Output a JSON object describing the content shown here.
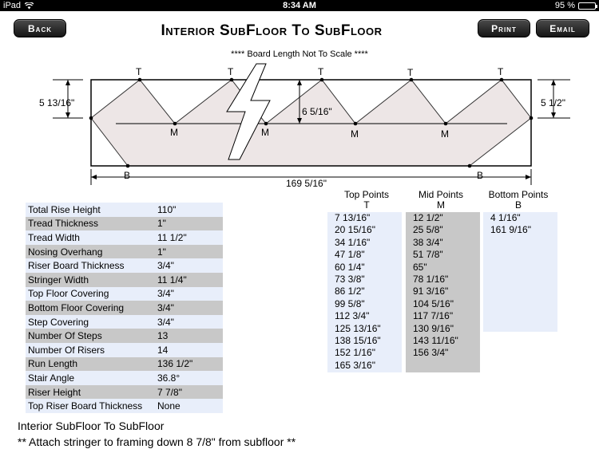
{
  "status_bar": {
    "carrier": "iPad",
    "time": "8:34 AM",
    "battery": "95 %",
    "battery_level": 0.95
  },
  "toolbar": {
    "back_label": "Back",
    "print_label": "Print",
    "email_label": "Email"
  },
  "page_title": "Interior SubFloor To SubFloor",
  "scale_note": "**** Board Length Not To Scale ****",
  "diagram": {
    "left_height": "5 13/16\"",
    "right_height": "5 1/2\"",
    "rise_label": "6 5/16\"",
    "board_length": "169 5/16\"",
    "top_marker": "T",
    "mid_marker": "M",
    "bottom_marker": "B"
  },
  "specs": [
    {
      "label": "Total Rise Height",
      "value": "110\""
    },
    {
      "label": "Tread Thickness",
      "value": "1\""
    },
    {
      "label": "Tread Width",
      "value": "11 1/2\""
    },
    {
      "label": "Nosing Overhang",
      "value": "1\""
    },
    {
      "label": "Riser Board Thickness",
      "value": "3/4\""
    },
    {
      "label": "Stringer Width",
      "value": "11 1/4\""
    },
    {
      "label": "Top Floor Covering",
      "value": "3/4\""
    },
    {
      "label": "Bottom Floor Covering",
      "value": "3/4\""
    },
    {
      "label": "Step Covering",
      "value": "3/4\""
    },
    {
      "label": "Number Of Steps",
      "value": "13"
    },
    {
      "label": "Number Of Risers",
      "value": "14"
    },
    {
      "label": "Run Length",
      "value": "136 1/2\""
    },
    {
      "label": "Stair Angle",
      "value": "36.8°"
    },
    {
      "label": "Riser Height",
      "value": "7 7/8\""
    },
    {
      "label": "Top Riser Board Thickness",
      "value": "None"
    }
  ],
  "points": {
    "top": {
      "title": "Top Points",
      "code": "T",
      "values": [
        "7 13/16\"",
        "20 15/16\"",
        "34 1/16\"",
        "47 1/8\"",
        "60 1/4\"",
        "73 3/8\"",
        "86 1/2\"",
        "99 5/8\"",
        "112 3/4\"",
        "125 13/16\"",
        "138 15/16\"",
        "152 1/16\"",
        "165 3/16\""
      ]
    },
    "mid": {
      "title": "Mid Points",
      "code": "M",
      "values": [
        "12 1/2\"",
        "25 5/8\"",
        "38 3/4\"",
        "51 7/8\"",
        "65\"",
        "78 1/16\"",
        "91 3/16\"",
        "104 5/16\"",
        "117 7/16\"",
        "130 9/16\"",
        "143 11/16\"",
        "156 3/4\""
      ]
    },
    "bottom": {
      "title": "Bottom Points",
      "code": "B",
      "values": [
        "4 1/16\"",
        "161 9/16\""
      ]
    }
  },
  "footer": {
    "line1": "Interior SubFloor To SubFloor",
    "line2": "** Attach stringer to framing down 8 7/8\" from subfloor **"
  }
}
